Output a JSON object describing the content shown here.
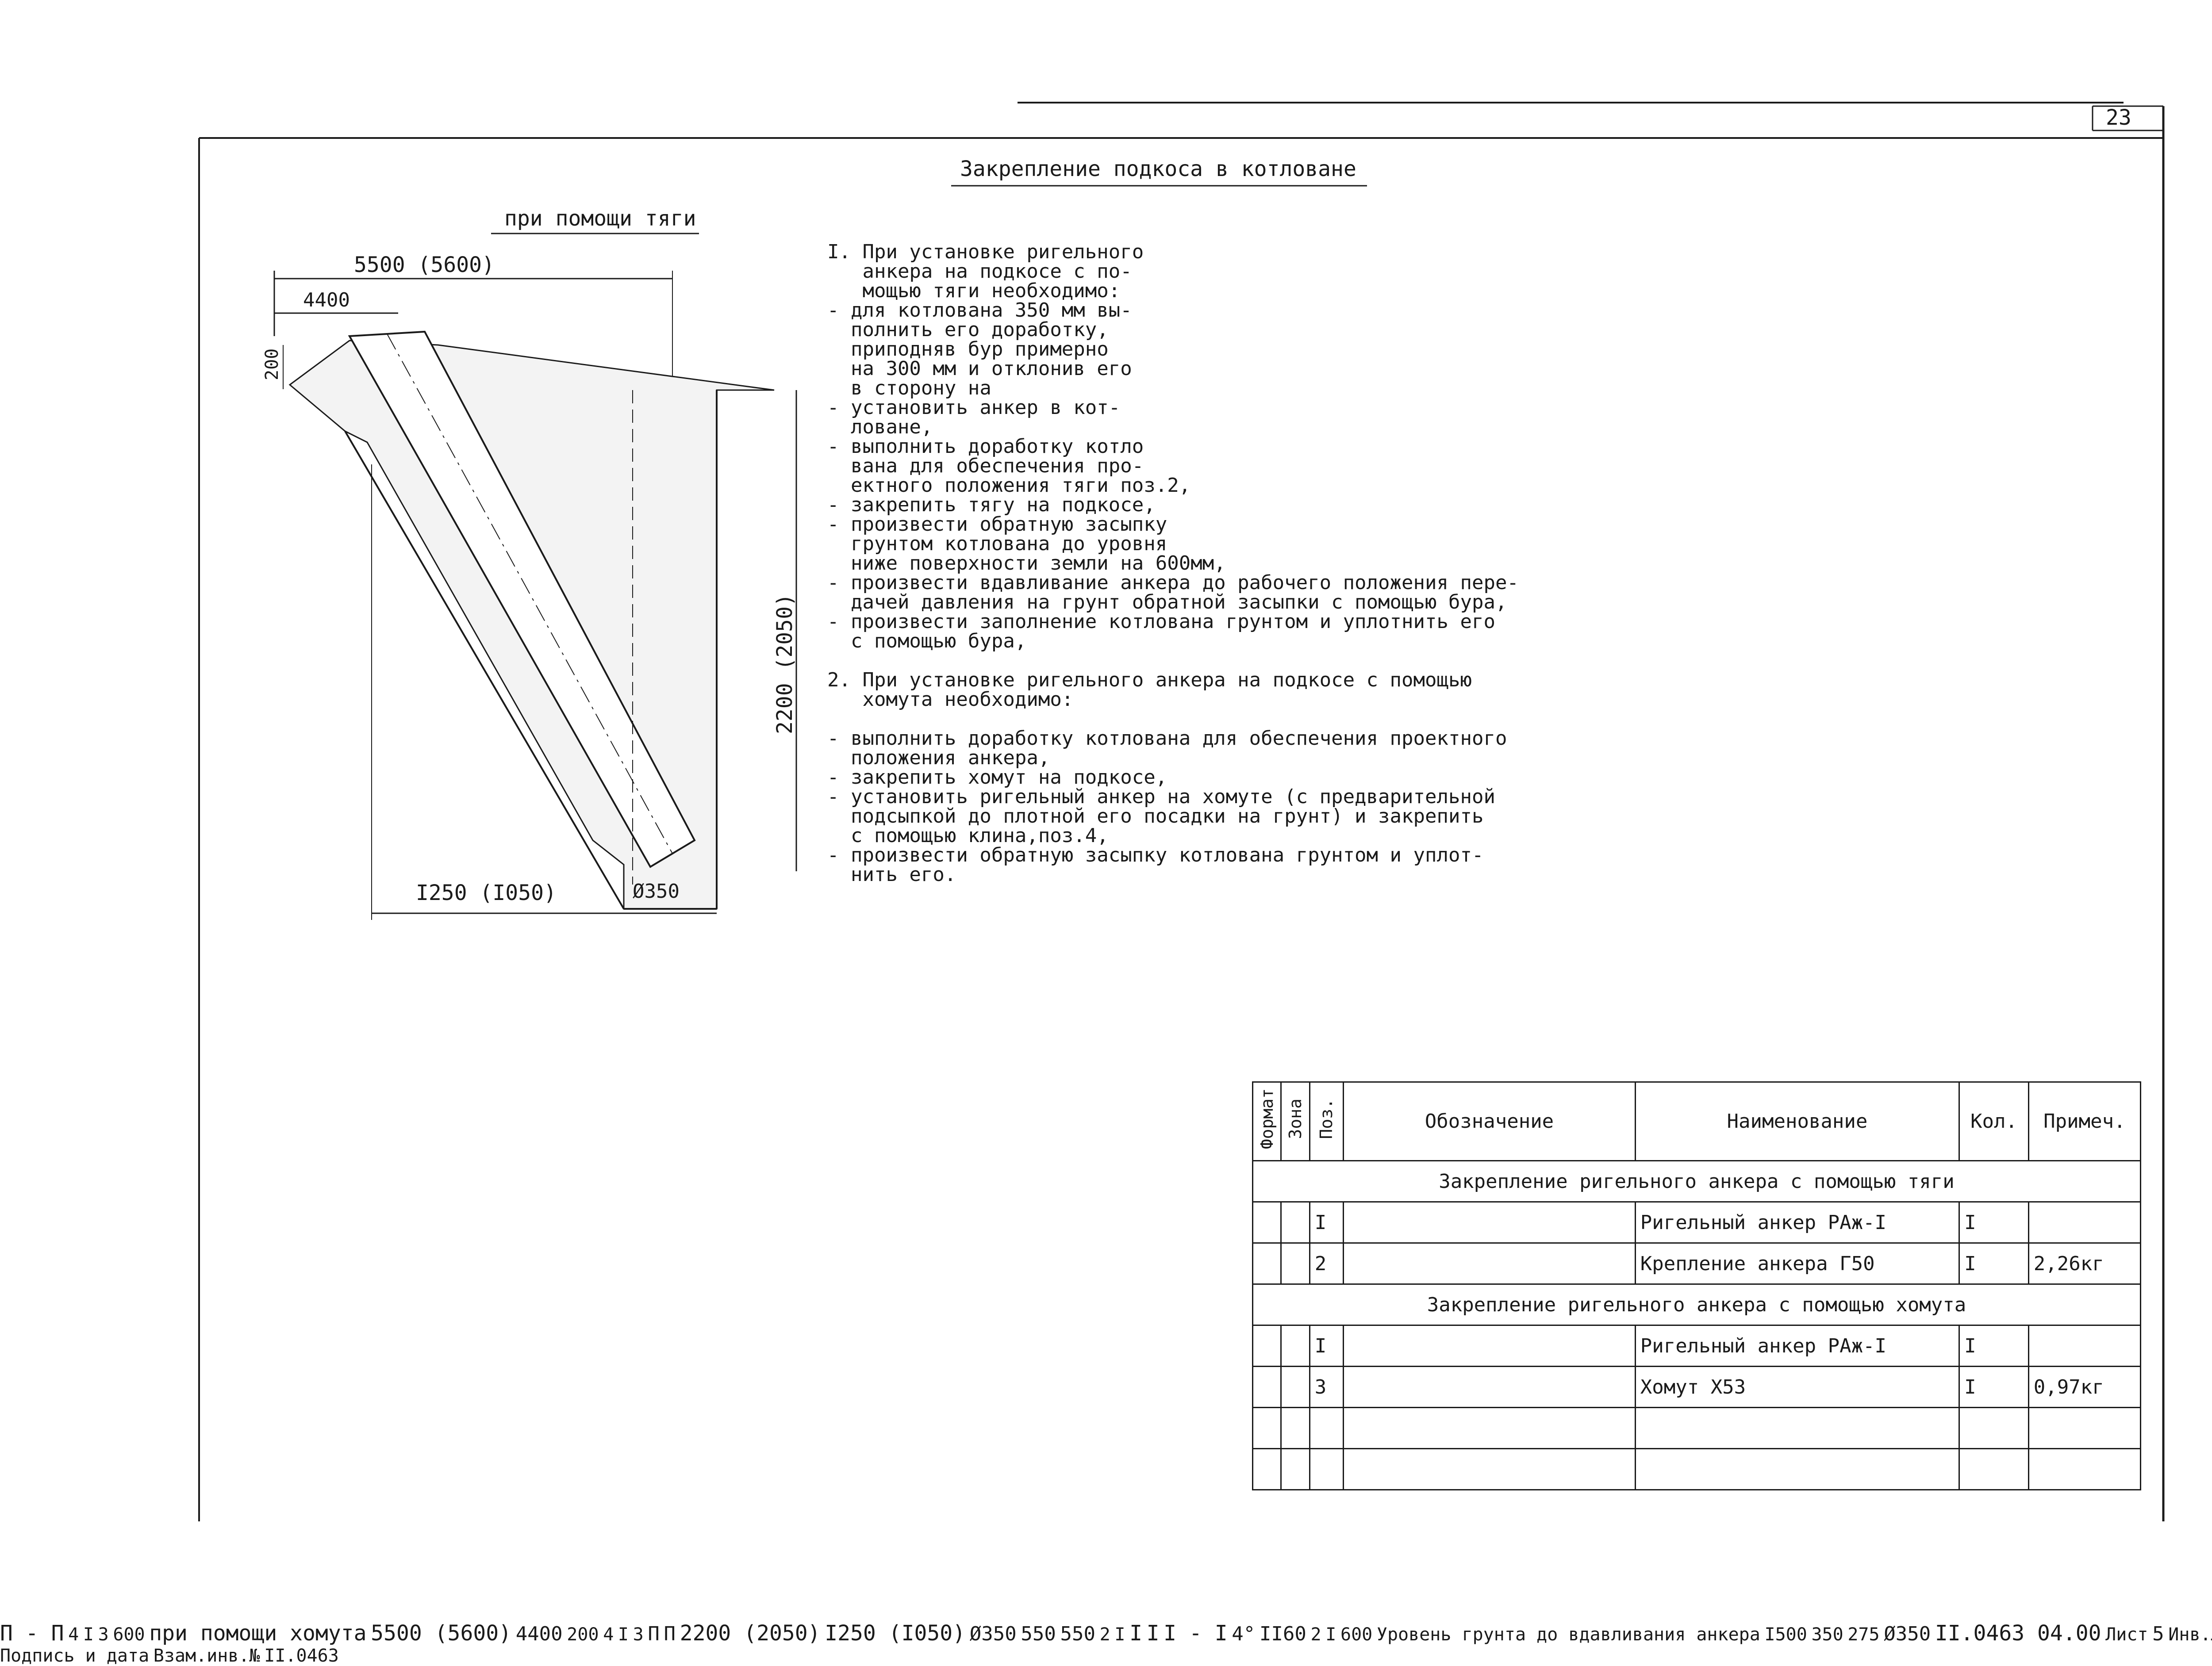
{
  "page_number": "23",
  "title": "Закрепление подкоса в котловане",
  "left_view": {
    "caption": "при помощи тяги",
    "dim_top_total": "5500 (5600)",
    "dim_top_partial": "4400",
    "dim_left": "200",
    "dim_height": "2200 (2050)",
    "dim_bottom": "I250 (I050)",
    "dim_diameter": "Ø350"
  },
  "right_view": {
    "caption": "при помощи хомута",
    "dim_top_total": "5500 (5600)",
    "dim_top_partial": "4400",
    "dim_left": "200",
    "dim_height": "2200 (2050)",
    "dim_bottom": "I250 (I050)",
    "dim_diameter": "Ø350",
    "section_mark_top": "П",
    "section_mark_bottom": "П",
    "callouts": [
      "4",
      "I",
      "3"
    ]
  },
  "section_pp": {
    "title": "П - П",
    "callouts": [
      "4",
      "I",
      "3"
    ],
    "dim": "600"
  },
  "notes": [
    "I. При установке ригельного",
    "   анкера на подкосе с по-",
    "   мощью тяги необходимо:",
    "- для котлована 350 мм вы-",
    "  полнить его доработку,",
    "  приподняв бур примерно",
    "  на 300 мм и отклонив его",
    "  в сторону на",
    "- установить анкер в кот-",
    "  ловане,",
    "- выполнить доработку котло",
    "  вана для обеспечения про-",
    "  ектного положения тяги поз.2,",
    "- закрепить тягу на подкосе,",
    "- произвести обратную засыпку",
    "  грунтом котлована до уровня",
    "  ниже поверхности земли на 600мм,",
    "- произвести вдавливание анкера до рабочего положения пере-",
    "  дачей давления на грунт обратной засыпки с помощью бура,",
    "- произвести заполнение котлована грунтом и уплотнить его",
    "  с помощью бура,",
    "",
    "2. При установке ригельного анкера на подкосе с помощью",
    "   хомута необходимо:",
    "",
    "- выполнить доработку котлована для обеспечения проектного",
    "  положения анкера,",
    "- закрепить хомут на подкосе,",
    "- установить ригельный анкер на хомуте (с предварительной",
    "  подсыпкой до плотной его посадки на грунт) и закрепить",
    "  с помощью клина,поз.4,",
    "- произвести обратную засыпку котлована грунтом и уплот-",
    "  нить его."
  ],
  "plan_view": {
    "dim_horizontal": "550",
    "dim_vertical": "550",
    "section_mark": "I",
    "callouts": [
      "2",
      "I"
    ]
  },
  "section_ii": {
    "title": "I - I",
    "angle": "4°",
    "dim_top": "II60",
    "dim_600": "600",
    "dim_1500": "I500",
    "dim_350": "350",
    "dim_275": "275",
    "dim_diameter": "Ø350",
    "label": "Уровень грунта до вдавливания анкера",
    "callouts": [
      "2",
      "I"
    ]
  },
  "spec_table": {
    "headers": [
      "Формат",
      "Зона",
      "Поз.",
      "Обозначение",
      "Наименование",
      "Кол.",
      "Примеч."
    ],
    "groups": [
      {
        "title": "Закрепление ригельного анкера с помощью тяги",
        "rows": [
          {
            "pos": "I",
            "name": "Ригельный анкер РАж-I",
            "qty": "I",
            "note": ""
          },
          {
            "pos": "2",
            "name": "Крепление анкера Г50",
            "qty": "I",
            "note": "2,26кг"
          }
        ]
      },
      {
        "title": "Закрепление ригельного анкера с помощью хомута",
        "rows": [
          {
            "pos": "I",
            "name": "Ригельный анкер РАж-I",
            "qty": "I",
            "note": ""
          },
          {
            "pos": "3",
            "name": "Хомут Х53",
            "qty": "I",
            "note": "0,97кг"
          }
        ]
      }
    ]
  },
  "title_block": {
    "document_code": "II.0463 04.00",
    "sheet_label": "Лист",
    "sheet_number": "5"
  },
  "side_stamp": {
    "fields": [
      "Инв.№ подл.",
      "Подпись и дата",
      "Взам.инв.№"
    ],
    "value": "II.0463"
  }
}
